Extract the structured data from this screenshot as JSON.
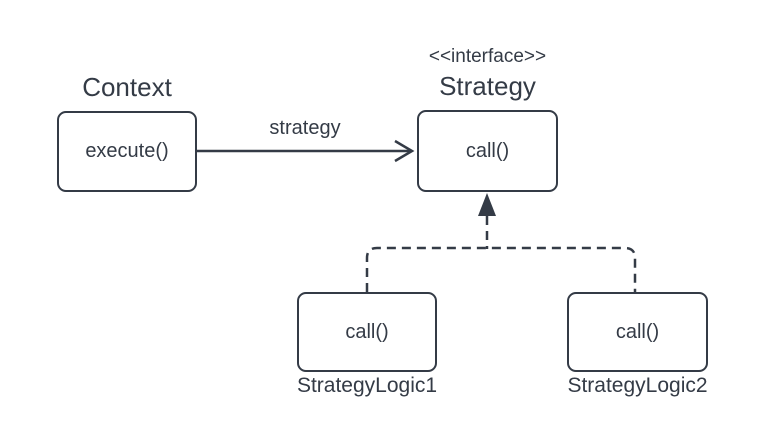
{
  "diagram": {
    "context": {
      "title": "Context",
      "method": "execute()"
    },
    "strategy": {
      "stereotype": "<<interface>>",
      "title": "Strategy",
      "method": "call()"
    },
    "association": {
      "label": "strategy"
    },
    "impl1": {
      "title": "StrategyLogic1",
      "method": "call()"
    },
    "impl2": {
      "title": "StrategyLogic2",
      "method": "call()"
    },
    "colors": {
      "stroke": "#343b46",
      "text": "#343b46",
      "background": "#ffffff"
    }
  }
}
